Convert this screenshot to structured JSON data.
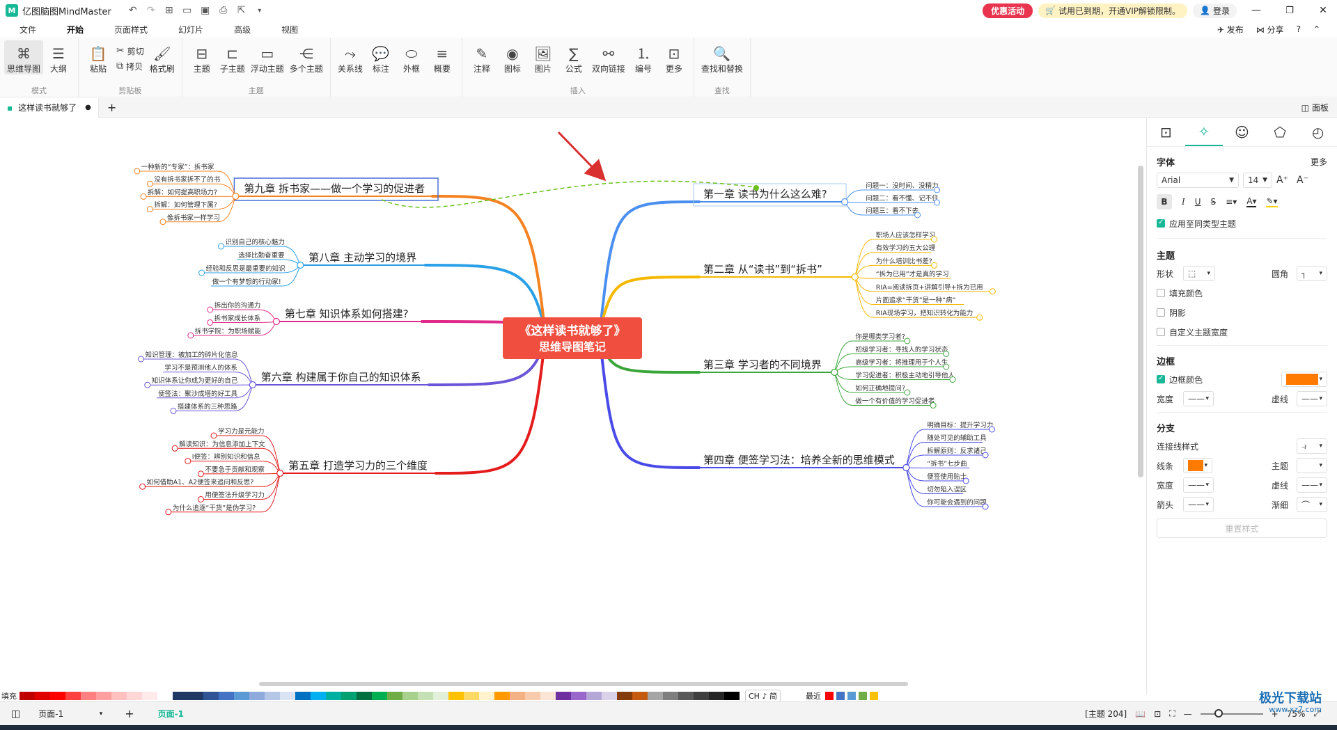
{
  "app": {
    "title": "亿图脑图MindMaster"
  },
  "titlebar": {
    "promo": "优惠活动",
    "trial": "试用已到期，开通VIP解锁限制。",
    "login": "登录"
  },
  "menu": {
    "items": [
      "文件",
      "开始",
      "页面样式",
      "幻灯片",
      "高级",
      "视图"
    ],
    "publish": "发布",
    "share": "分享",
    "help": "?"
  },
  "ribbon": {
    "groups": [
      {
        "label": "模式",
        "buttons": [
          {
            "icon": "mindmap-icon",
            "label": "思维导图"
          },
          {
            "icon": "outline-icon",
            "label": "大纲"
          }
        ]
      },
      {
        "label": "剪贴板",
        "buttons": [
          {
            "icon": "paste-icon",
            "label": "粘贴"
          }
        ],
        "small": [
          {
            "icon": "cut-icon",
            "label": "剪切"
          },
          {
            "icon": "copy-icon",
            "label": "拷贝"
          }
        ],
        "extra": [
          {
            "icon": "format-painter-icon",
            "label": "格式刷"
          }
        ]
      },
      {
        "label": "主题",
        "buttons": [
          {
            "icon": "topic-icon",
            "label": "主题"
          },
          {
            "icon": "subtopic-icon",
            "label": "子主题"
          },
          {
            "icon": "floating-topic-icon",
            "label": "浮动主题"
          },
          {
            "icon": "multi-topic-icon",
            "label": "多个主题"
          }
        ]
      },
      {
        "label": "",
        "buttons": [
          {
            "icon": "relationship-icon",
            "label": "关系线"
          },
          {
            "icon": "callout-icon",
            "label": "标注"
          },
          {
            "icon": "boundary-icon",
            "label": "外框"
          },
          {
            "icon": "summary-icon",
            "label": "概要"
          }
        ]
      },
      {
        "label": "插入",
        "buttons": [
          {
            "icon": "note-icon",
            "label": "注释"
          },
          {
            "icon": "mark-icon",
            "label": "图标"
          },
          {
            "icon": "image-icon",
            "label": "图片"
          },
          {
            "icon": "formula-icon",
            "label": "公式"
          },
          {
            "icon": "link-icon",
            "label": "双向链接"
          },
          {
            "icon": "numbering-icon",
            "label": "编号"
          },
          {
            "icon": "more-icon",
            "label": "更多"
          }
        ]
      },
      {
        "label": "查找",
        "buttons": [
          {
            "icon": "find-replace-icon",
            "label": "查找和替换"
          }
        ]
      }
    ]
  },
  "doc_tab": {
    "name": "这样读书就够了",
    "panel_toggle": "面板"
  },
  "mindmap": {
    "central": {
      "line1": "《这样读书就够了》",
      "line2": "思维导图笔记",
      "color": "#f04e3e"
    },
    "branches": [
      {
        "title": "第一章 读书为什么这么难?",
        "color": "#4a8ff0",
        "children": [
          "问题一：没时间、没精力",
          "问题二：看不懂、记不住",
          "问题三：看不下去"
        ]
      },
      {
        "title": "第二章 从“读书”到“拆书”",
        "color": "#f5b800",
        "children": [
          "职场人应该怎样学习",
          "有效学习的五大公理",
          "为什么培训比书差?",
          "“拆为已用”才是真的学习",
          "RIA=阅读拆页+讲解引导+拆为已用",
          "片面追求“干货”是一种“病”",
          "RIA现场学习，把知识转化为能力"
        ]
      },
      {
        "title": "第三章 学习者的不同境界",
        "color": "#3aa63a",
        "children": [
          "你是哪类学习者?",
          "初级学习者：寻找人的学习状态",
          "高级学习者：将推理用于个人生",
          "学习促进者：积极主动地引导他人",
          "如何正确地提问?",
          "做一个有价值的学习促进者"
        ]
      },
      {
        "title": "第四章 便签学习法：培养全新的思维模式",
        "color": "#4a4ae8",
        "children": [
          "明确目标：提升学习力",
          "随处可见的辅助工具",
          "拆解原则：反求诸己",
          "“拆书”七步曲",
          "便签使用贴士",
          "切勿陷入误区",
          "你可能会遇到的问题"
        ]
      },
      {
        "title": "第五章 打造学习力的三个维度",
        "color": "#e51c1c",
        "children": [
          "学习力是元能力",
          "解读知识：为信息添加上下文",
          "I便签：辨别知识和信息",
          "不要急于贡献和观察",
          "如何借助A1、A2便签来追问和反思?",
          "用便签法升级学习力",
          "为什么追逐“干货”是伪学习?"
        ]
      },
      {
        "title": "第六章 构建属于你自己的知识体系",
        "color": "#6a55d8",
        "children": [
          "知识管理：被加工的碎片化信息",
          "学习不是预测他人的体系",
          "知识体系让你成为更好的自己",
          "便签法：聚沙成塔的好工具",
          "搭建体系的三种思路"
        ]
      },
      {
        "title": "第七章 知识体系如何搭建?",
        "color": "#e02a8a",
        "children": [
          "拆出你的沟通力",
          "拆书家成长体系",
          "拆书学院：为职场赋能"
        ]
      },
      {
        "title": "第八章 主动学习的境界",
        "color": "#2aa0e8",
        "children": [
          "识别自己的核心魅力",
          "选择比勤奋重要",
          "经验和反思是最重要的知识",
          "做一个有梦想的行动家!"
        ]
      },
      {
        "title": "第九章 拆书家——做一个学习的促进者",
        "color": "#f58220",
        "children": [
          "一种新的“专家”：拆书家",
          "没有拆书家拆不了的书",
          "拆解：如何提高职场力?",
          "拆解：如何管理下属?",
          "像拆书家一样学习"
        ]
      }
    ]
  },
  "panel": {
    "tab_icons": [
      "page-icon",
      "style-icon",
      "theme-icon",
      "map-icon",
      "history-icon"
    ],
    "font": {
      "section": "字体",
      "more": "更多",
      "family": "Arial",
      "size": "14",
      "apply_same": "应用至同类型主题"
    },
    "topic": {
      "section": "主题",
      "shape": "形状",
      "corner": "圆角",
      "fill": "填充颜色",
      "shadow": "阴影",
      "custom_width": "自定义主题宽度"
    },
    "border": {
      "section": "边框",
      "border_color": "边框颜色",
      "width": "宽度",
      "dash": "虚线",
      "color": "#ff7a00"
    },
    "branch": {
      "section": "分支",
      "connector_style": "连接线样式",
      "line": "线条",
      "topic": "主题",
      "width": "宽度",
      "dash": "虚线",
      "arrow": "箭头",
      "taper": "渐细",
      "line_color": "#ff7a00",
      "reset": "重置样式"
    }
  },
  "palette": {
    "fill_label": "填充",
    "recent_label": "最近",
    "ime": "CH ♪ 简",
    "colors": [
      "#c00000",
      "#e00000",
      "#ff0000",
      "#ff4040",
      "#ff8080",
      "#ff9f9f",
      "#ffc0c0",
      "#ffd7d7",
      "#ffeaea",
      "#ffffff",
      "#1f3864",
      "#203864",
      "#2f5597",
      "#4472c4",
      "#5b9bd5",
      "#8faadc",
      "#b4c7e7",
      "#dae3f3",
      "#0070c0",
      "#00b0f0",
      "#00b0a0",
      "#00a070",
      "#007040",
      "#00b050",
      "#70ad47",
      "#a9d18e",
      "#c5e0b4",
      "#e2f0d9",
      "#ffc000",
      "#ffd966",
      "#fff2cc",
      "#ff9900",
      "#f4b183",
      "#f8cbad",
      "#fbe5d6",
      "#7030a0",
      "#9966cc",
      "#b4a7d6",
      "#d9d2e9",
      "#843c0c",
      "#c55a11",
      "#a5a5a5",
      "#7f7f7f",
      "#595959",
      "#3f3f3f",
      "#262626",
      "#000000"
    ],
    "recent": [
      "#ff0000",
      "#4472c4",
      "#5b9bd5",
      "#70ad47",
      "#ffc000"
    ]
  },
  "status": {
    "page_select": "页面-1",
    "page_tab": "页面-1",
    "topic_count": "[主题 204]",
    "zoom": "75%"
  },
  "watermark": {
    "brand": "极光下载站",
    "url": "www.xz7.com"
  }
}
